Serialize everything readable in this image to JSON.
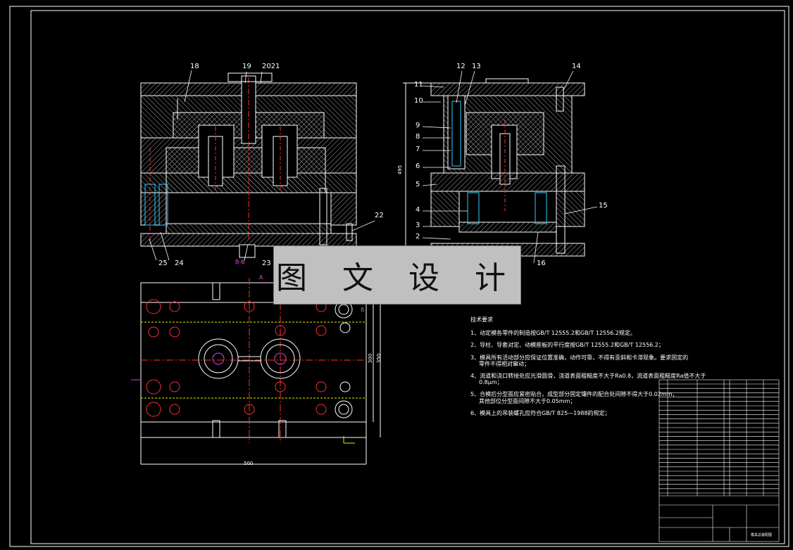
{
  "colors": {
    "background": "#000000",
    "line": "#ffffff",
    "hatch": "#b0b0b0",
    "centerline": "#ff3030",
    "cyan": "#30d0ff",
    "magenta": "#e040e0",
    "yellow": "#e8e800",
    "watermark_bg": "#c0c0c0"
  },
  "watermark": {
    "text": "图 文 设 计"
  },
  "callouts": {
    "n18": "18",
    "n19": "19",
    "n2021": "2021",
    "n22": "22",
    "n23": "23",
    "n24": "24",
    "n25": "25",
    "n12": "12",
    "n13": "13",
    "n14": "14",
    "n11": "11",
    "n10": "10",
    "n9": "9",
    "n8": "8",
    "n7": "7",
    "n6": "6",
    "n5": "5",
    "n4": "4",
    "n3": "3",
    "n2": "2",
    "n15": "15",
    "n16": "16"
  },
  "section_label": "B-B",
  "dimensions": {
    "width_bottom": "500",
    "height_right_a": "300",
    "height_right_b": "350",
    "height_side": "495"
  },
  "section_marks": {
    "a": "A",
    "b": "B"
  },
  "notes": {
    "heading": "技术要求",
    "items": [
      {
        "num": "1、",
        "text": "动定模各零件的制造按GB/T 12555.2和GB/T 12556.2规定。"
      },
      {
        "num": "2、",
        "text": "导柱、导套对定、动模座板的平行度按GB/T 12555.2和GB/T 12556.2；"
      },
      {
        "num": "3、",
        "text": "模具所有活动部分应保证位置准确，动作可靠，不得有歪斜和卡滞现象。要求固定的",
        "cont": "零件不得相对窜动；"
      },
      {
        "num": "4、",
        "text": "流道和浇口转接处应光滑圆滑，浇道表面粗糙度不大于Ra0.8，流道表面粗糙度Ra值不大于",
        "cont": "0.8μm；"
      },
      {
        "num": "5、",
        "text": "合模后分型面应紧密贴合，成型部分固定镶件的配合处间隙不得大于0.02mm，",
        "cont": "其他部位分型面间隙不大于0.05mm；"
      },
      {
        "num": "6、",
        "text": "模具上的吊装螺孔应符合GB/T 825—1988的规定；"
      }
    ]
  },
  "title_block": {
    "drawing_title": "模具总装配图"
  }
}
